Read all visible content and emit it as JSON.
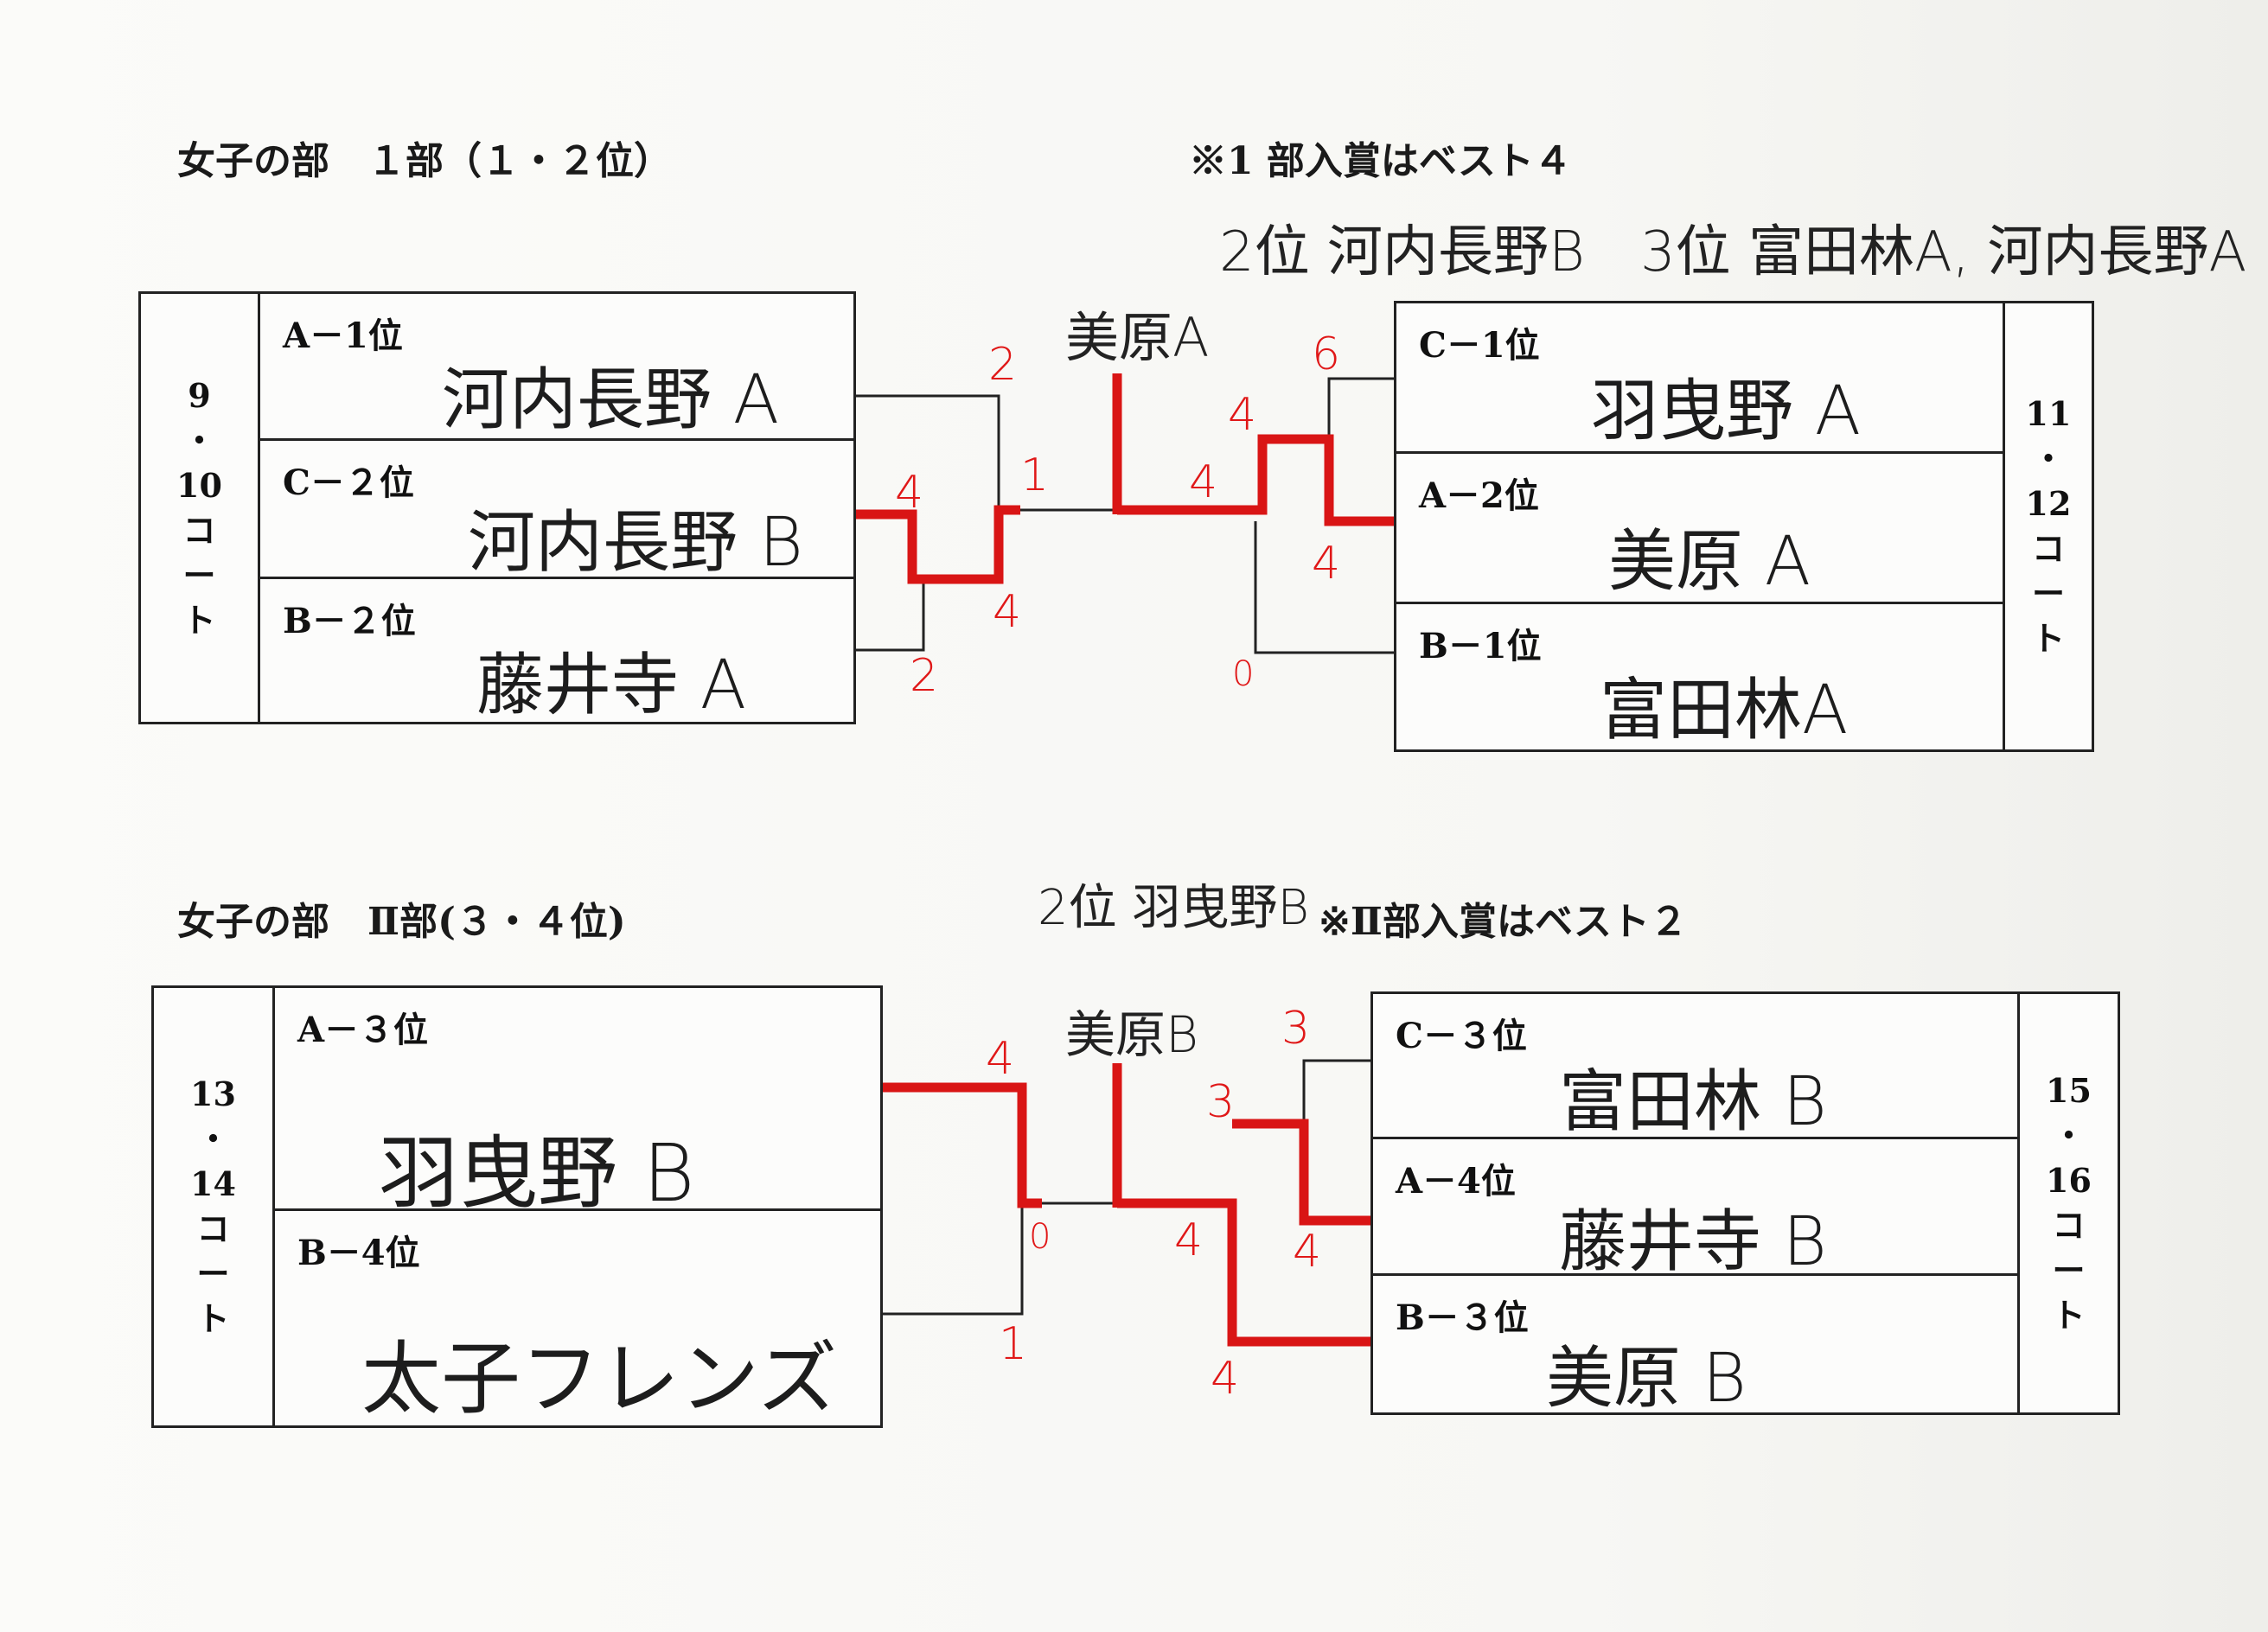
{
  "section1": {
    "title": "女子の部　１部（１・２位）",
    "note": "※1 部入賞はベスト４",
    "result_note": "2位 河内長野B　3位 富田林A, 河内長野A",
    "winner": "美原A",
    "left_court": [
      "9",
      "・",
      "10",
      "コ",
      "ー",
      "ト"
    ],
    "right_court": [
      "11",
      "・",
      "12",
      "コ",
      "ー",
      "ト"
    ],
    "left_teams": [
      {
        "seed": "A－1位",
        "name": "河内長野 A"
      },
      {
        "seed": "C－２位",
        "name": "河内長野 B"
      },
      {
        "seed": "B－２位",
        "name": "藤井寺 A"
      }
    ],
    "right_teams": [
      {
        "seed": "C－1位",
        "name": "羽曳野 A"
      },
      {
        "seed": "A－2位",
        "name": "美原 A"
      },
      {
        "seed": "B－1位",
        "name": "富田林A"
      }
    ],
    "scores": [
      "2",
      "4",
      "1",
      "4",
      "2",
      "4",
      "6",
      "4",
      "4",
      "0"
    ]
  },
  "section2": {
    "title": "女子の部　Ⅱ部(３・４位)",
    "note": "※Ⅱ部入賞はベスト２",
    "result_note": "2位 羽曳野B",
    "winner": "美原B",
    "left_court": [
      "13",
      "・",
      "14",
      "コ",
      "ー",
      "ト"
    ],
    "right_court": [
      "15",
      "・",
      "16",
      "コ",
      "ー",
      "ト"
    ],
    "left_teams": [
      {
        "seed": "A－３位",
        "name": "羽曳野 B"
      },
      {
        "seed": "B－4位",
        "name": "太子フレンズ"
      }
    ],
    "right_teams": [
      {
        "seed": "C－３位",
        "name": "富田林 B"
      },
      {
        "seed": "A－4位",
        "name": "藤井寺 B"
      },
      {
        "seed": "B－３位",
        "name": "美原 B"
      }
    ],
    "scores": [
      "4",
      "0",
      "1",
      "3",
      "3",
      "4",
      "4",
      "4"
    ]
  },
  "colors": {
    "ink": "#222222",
    "result_red": "#e01818"
  }
}
